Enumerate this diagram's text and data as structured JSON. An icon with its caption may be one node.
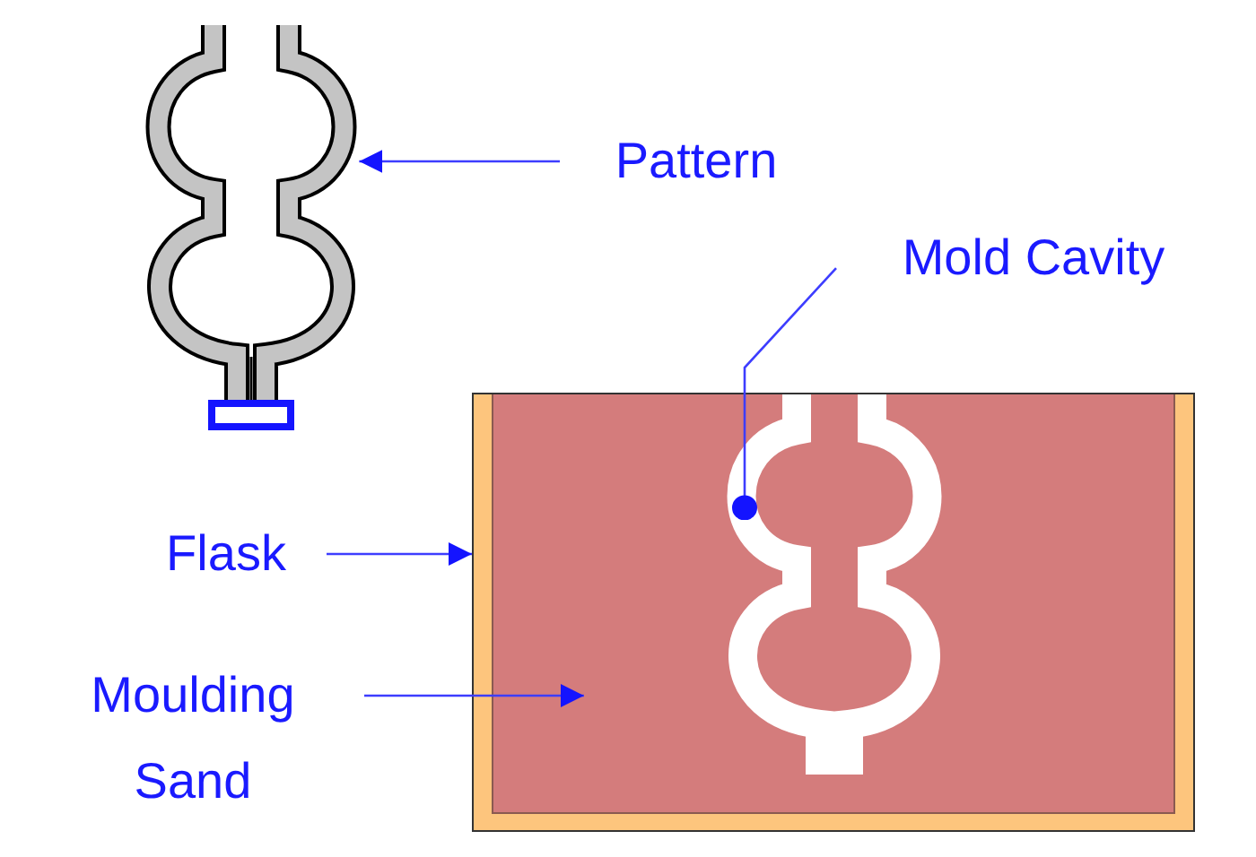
{
  "diagram": {
    "nodes": [
      {
        "text": [
          "Pattern"
        ]
      },
      {
        "text": [],
        "shape": "picture"
      },
      {
        "text": [
          "Mold Cavity"
        ]
      },
      {
        "text": [],
        "shape": "picture",
        "in": 7
      },
      {
        "text": [
          "Flask"
        ]
      },
      {
        "text": [],
        "shape": "box"
      },
      {
        "text": [
          "Moulding Sand"
        ]
      },
      {
        "text": [],
        "shape": "box",
        "in": 5
      }
    ],
    "edges": [
      {
        "from": 0,
        "to": 1,
        "arrow": "to"
      },
      {
        "from": 2,
        "to": 3,
        "arrow": "other"
      },
      {
        "from": 4,
        "to": 5,
        "arrow": "to"
      },
      {
        "from": 6,
        "to": 7,
        "arrow": "to"
      }
    ]
  }
}
